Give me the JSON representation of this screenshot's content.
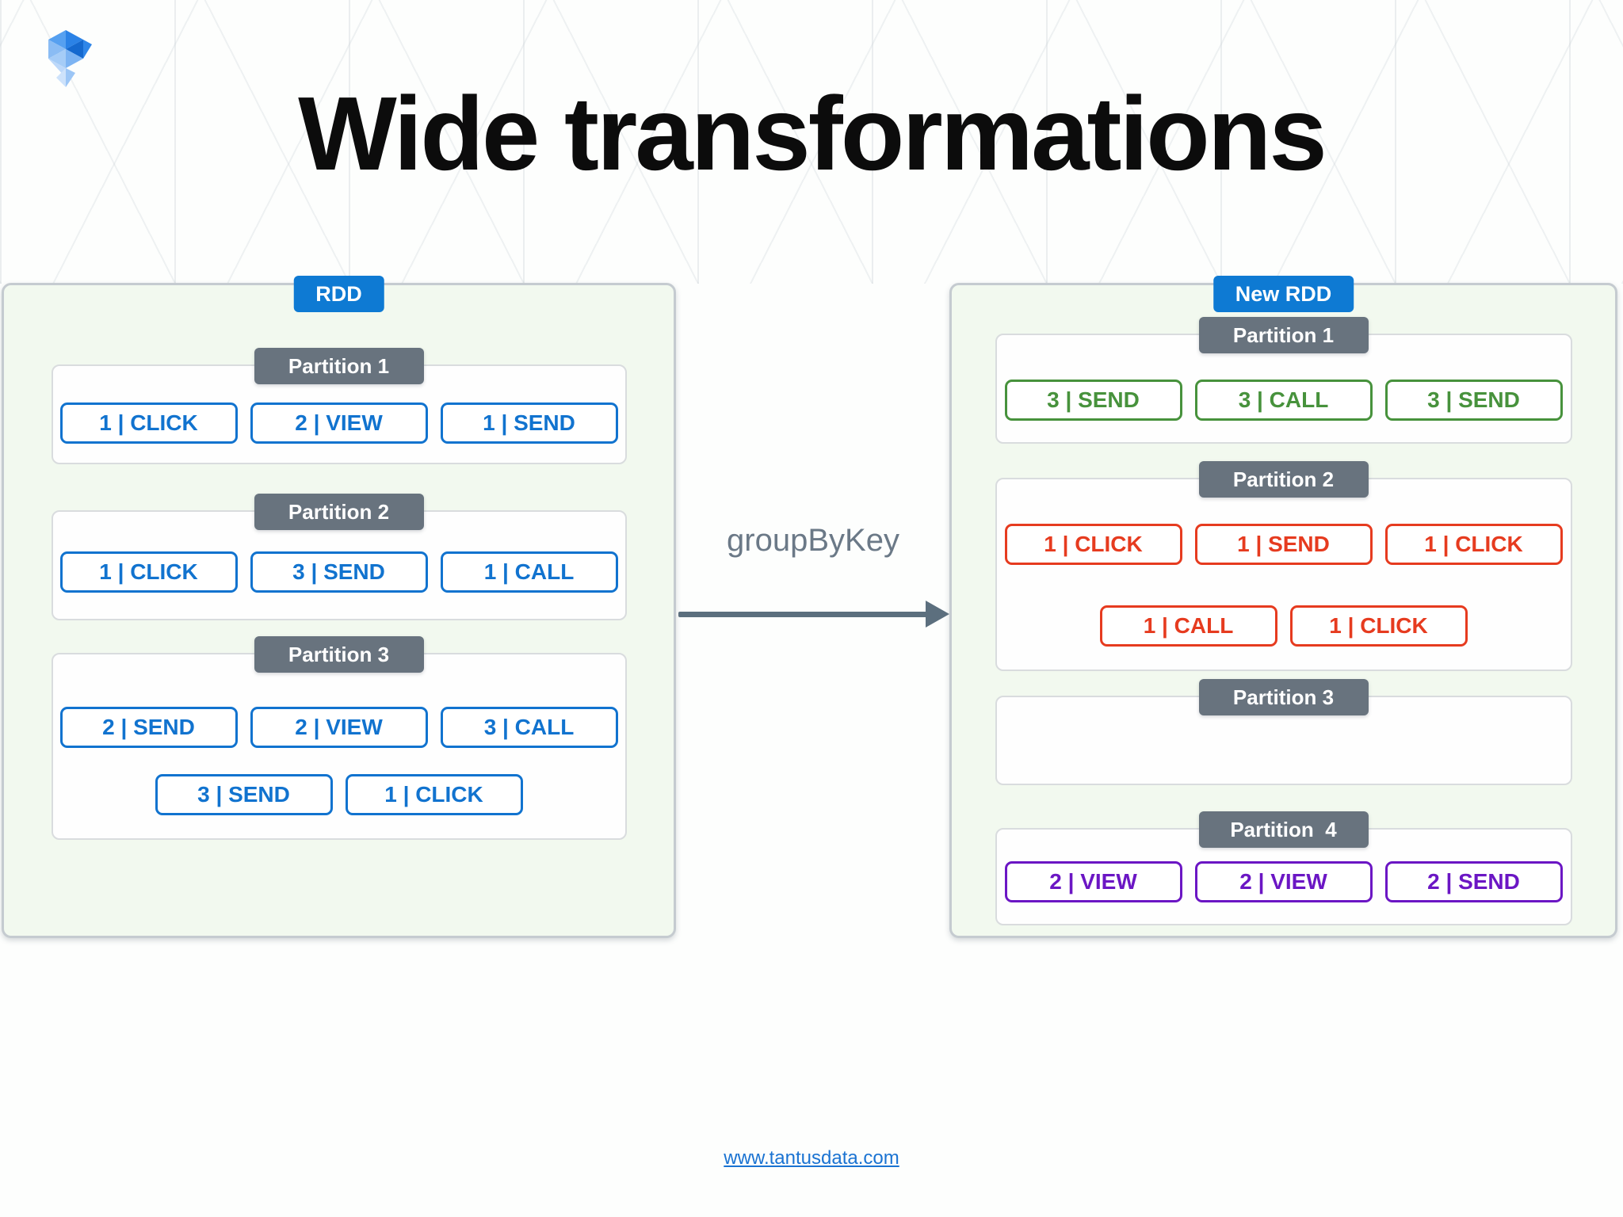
{
  "page": {
    "title": "Wide transformations",
    "transform_label": "groupByKey",
    "footer_link": "www.tantusdata.com"
  },
  "colors": {
    "accent_blue": "#0e7ad3",
    "header_gray": "#68737e",
    "box_green_bg": "#f2f9ef",
    "item_blue": "#1173cf",
    "item_green": "#47923c",
    "item_red": "#e63b1f",
    "item_purple": "#6b16c4",
    "arrow_gray": "#5c6f7e",
    "link_blue": "#1a73d2"
  },
  "left_rdd": {
    "label": "RDD",
    "partitions": [
      {
        "name": "Partition 1",
        "color": "blue",
        "rows": [
          [
            "1 | CLICK",
            "2 | VIEW",
            "1 | SEND"
          ]
        ]
      },
      {
        "name": "Partition 2",
        "color": "blue",
        "rows": [
          [
            "1 | CLICK",
            "3 | SEND",
            "1 | CALL"
          ]
        ]
      },
      {
        "name": "Partition 3",
        "color": "blue",
        "rows": [
          [
            "2 | SEND",
            "2 | VIEW",
            "3 | CALL"
          ],
          [
            "3 | SEND",
            "1 | CLICK"
          ]
        ]
      }
    ]
  },
  "right_rdd": {
    "label": "New RDD",
    "partitions": [
      {
        "name": "Partition 1",
        "color": "green",
        "rows": [
          [
            "3 | SEND",
            "3 | CALL",
            "3 | SEND"
          ]
        ]
      },
      {
        "name": "Partition 2",
        "color": "red",
        "rows": [
          [
            "1 | CLICK",
            "1 | SEND",
            "1 | CLICK"
          ],
          [
            "1 | CALL",
            "1 | CLICK"
          ]
        ]
      },
      {
        "name": "Partition 3",
        "color": "blue",
        "rows": []
      },
      {
        "name": "Partition  4",
        "color": "purple",
        "rows": [
          [
            "2 | VIEW",
            "2 | VIEW",
            "2 | SEND"
          ]
        ]
      }
    ]
  }
}
